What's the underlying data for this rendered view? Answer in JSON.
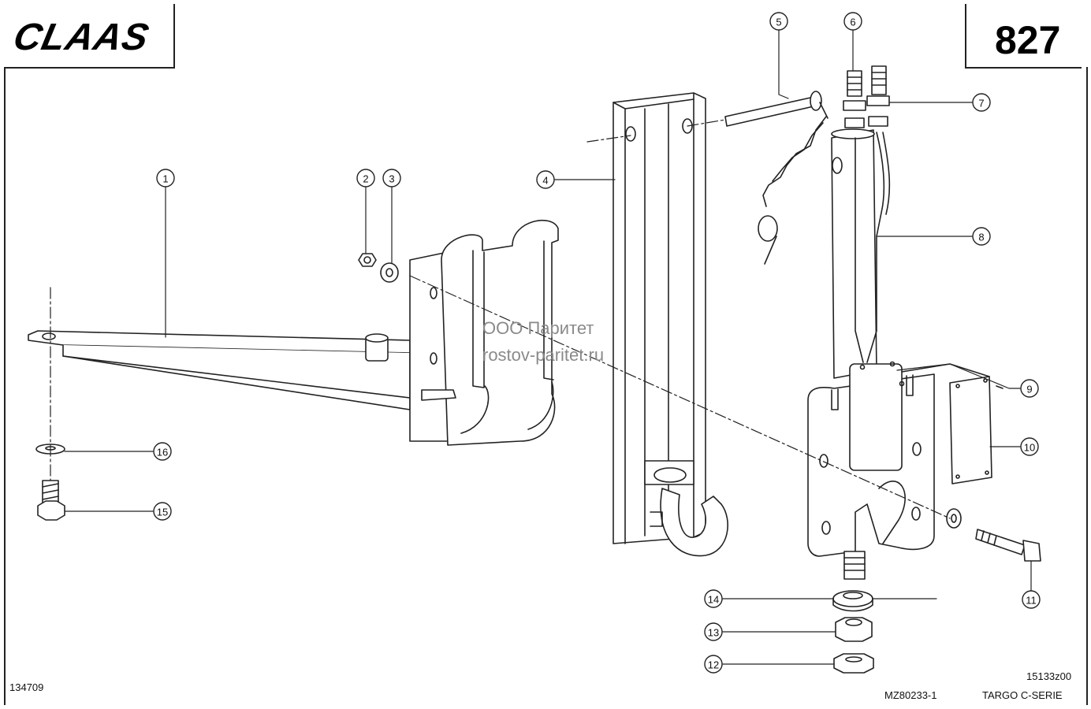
{
  "brand": {
    "logo": "CLAAS"
  },
  "page": {
    "number": "827"
  },
  "footer": {
    "left_code": "134709",
    "drawing_code": "MZ80233-1",
    "ref_code": "15133z00",
    "model": "TARGO C-SERIE"
  },
  "watermark": {
    "line1": "ООО Паритет",
    "line2": "rostov-paritet.ru"
  },
  "callouts": [
    "1",
    "2",
    "3",
    "4",
    "5",
    "6",
    "7",
    "8",
    "9",
    "10",
    "11",
    "12",
    "13",
    "14",
    "15",
    "16"
  ],
  "colors": {
    "line": "#222222",
    "watermark": "#8a8a8a"
  }
}
